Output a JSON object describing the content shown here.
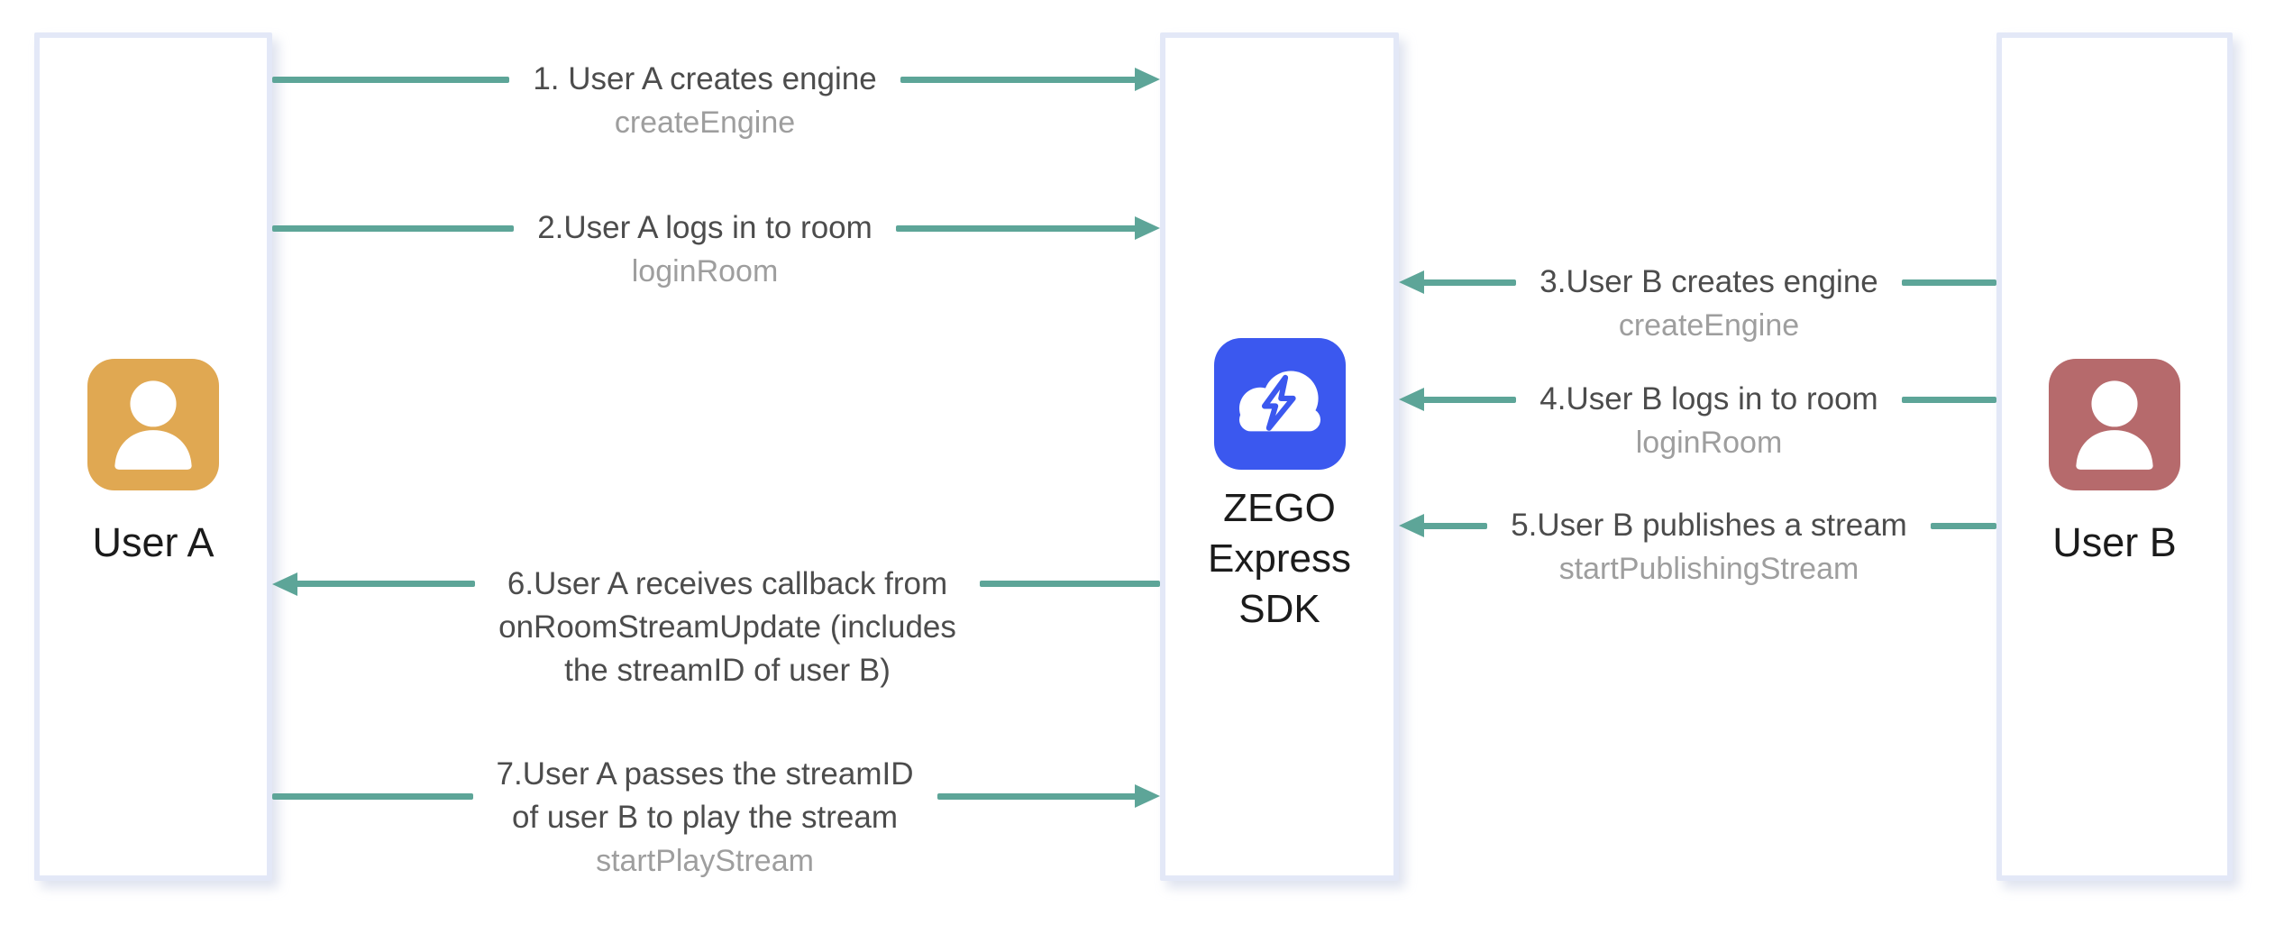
{
  "diagram": {
    "title": "ZEGO Express SDK stream publish/play sequence",
    "actors": [
      {
        "id": "user-a",
        "label": "User A",
        "icon": "person-icon",
        "icon_color": "#e0a852"
      },
      {
        "id": "zego-express-sdk",
        "label": "ZEGO\nExpress\nSDK",
        "icon": "cloud-lightning-icon",
        "icon_color": "#3b58ef"
      },
      {
        "id": "user-b",
        "label": "User B",
        "icon": "person-icon",
        "icon_color": "#b66a6c"
      }
    ],
    "messages": [
      {
        "step": "1",
        "text": "1. User A creates engine",
        "api": "createEngine",
        "from": "User A",
        "to": "ZEGO Express SDK",
        "direction": "right"
      },
      {
        "step": "2",
        "text": "2.User A logs in to room",
        "api": "loginRoom",
        "from": "User A",
        "to": "ZEGO Express SDK",
        "direction": "right"
      },
      {
        "step": "3",
        "text": "3.User B creates engine",
        "api": "createEngine",
        "from": "User B",
        "to": "ZEGO Express SDK",
        "direction": "left"
      },
      {
        "step": "4",
        "text": "4.User B logs in to room",
        "api": "loginRoom",
        "from": "User B",
        "to": "ZEGO Express SDK",
        "direction": "left"
      },
      {
        "step": "5",
        "text": "5.User B publishes a stream",
        "api": "startPublishingStream",
        "from": "User B",
        "to": "ZEGO Express SDK",
        "direction": "left"
      },
      {
        "step": "6",
        "text": "6.User A receives callback from\nonRoomStreamUpdate (includes\nthe streamID of user B)",
        "api": "",
        "from": "ZEGO Express SDK",
        "to": "User A",
        "direction": "left"
      },
      {
        "step": "7",
        "text": "7.User A passes the streamID\nof user B to play the stream",
        "api": "startPlayStream",
        "from": "User A",
        "to": "ZEGO Express SDK",
        "direction": "right"
      }
    ],
    "colors": {
      "arrow": "#5da598",
      "message_text": "#4c4c4c",
      "api_text": "#9e9e9e",
      "box_border": "#e3e8f7",
      "user_a_icon": "#e0a852",
      "user_b_icon": "#b66a6c",
      "sdk_icon": "#3b58ef"
    }
  }
}
